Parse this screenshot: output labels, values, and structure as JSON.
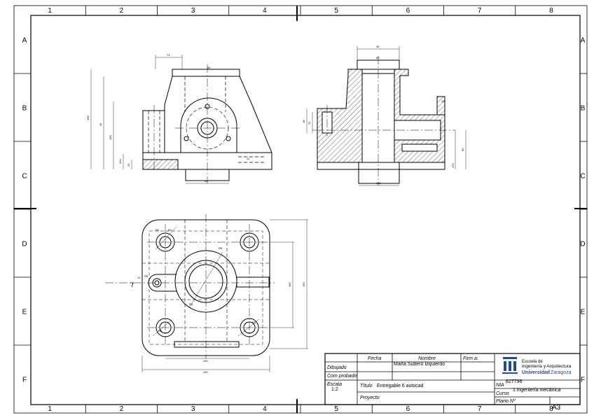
{
  "border": {
    "columns": [
      "1",
      "2",
      "3",
      "4",
      "5",
      "6",
      "7",
      "8"
    ],
    "rows": [
      "A",
      "B",
      "C",
      "D",
      "E",
      "F"
    ]
  },
  "views": {
    "front": {
      "dims": [
        "73",
        "60",
        "305",
        "45",
        "190",
        "104",
        "20",
        "11",
        "60"
      ]
    },
    "side": {
      "dims": [
        "35",
        "80",
        "18",
        "22",
        "10",
        "80",
        "170",
        "120"
      ]
    },
    "top": {
      "dims": [
        "R4",
        "R6",
        "R6",
        "R5",
        "R5",
        "R3",
        "R4",
        "10",
        "160",
        "190",
        "150",
        "190"
      ]
    }
  },
  "title_block": {
    "col_fecha": "Fecha",
    "col_nombre": "Nombre",
    "col_firma": "Firm a:",
    "row_dibujado": "Dibujado",
    "row_comprobado": "Com probado",
    "nombre_value": "Marta Subero Izquierdo",
    "escala_label": "Escala",
    "escala_value": "1:2",
    "titulo_label": "Título",
    "titulo_value": "Entregable 6 autocad",
    "proyecto_label": "Proyecto",
    "nia_label": "NIA",
    "nia_value": "827796",
    "curso_label": "Curso",
    "curso_value": "1 ingeniería mecánica",
    "plano_label": "Plano Nº",
    "sheet_size": "A3",
    "school_line1": "Escuela de",
    "school_line2": "Ingeniería y Arquitectura",
    "university_name": "Universidad",
    "university_city": "Zaragoza"
  },
  "colors": {
    "line": "#000000",
    "logo_blue": "#1f4e8c"
  }
}
